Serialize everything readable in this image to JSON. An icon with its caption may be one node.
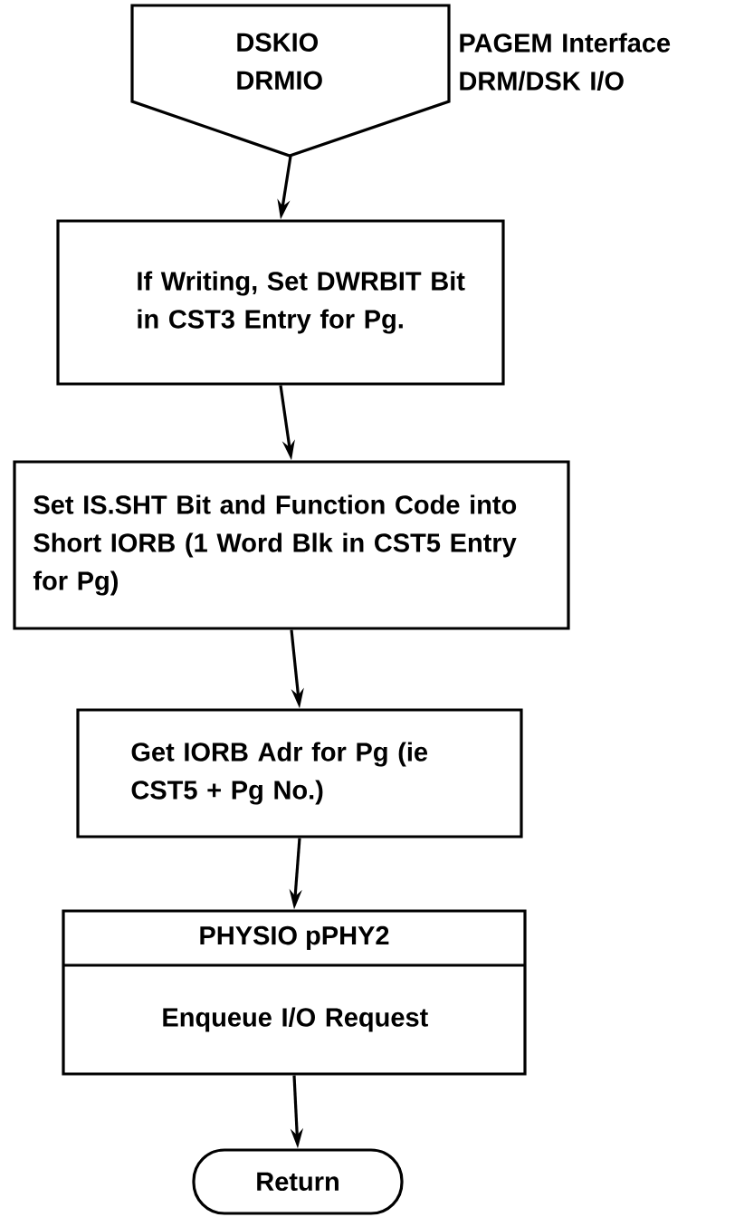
{
  "diagram": {
    "nodes": [
      {
        "text": [
          "DSKIO DRMIO"
        ],
        "beside": [
          "PAGEM Interface DRM/DSK I/O"
        ]
      },
      {
        "text": [
          "If Writing, Set DWRBIT Bit in CST3 Entry for Pg."
        ]
      },
      {
        "text": [
          "Set IS.SHT Bit and Function Code into Short IORB (1 Word Blk in CST5 Entry for Pg)"
        ]
      },
      {
        "text": [
          "Get IORB Adr for Pg (ie CST5 + Pg No.)"
        ]
      },
      {
        "text": [
          "PHYSIO pPHY2",
          "Enqueue I/O Request"
        ]
      },
      {
        "text": [
          "Return"
        ]
      }
    ],
    "edges": [
      {
        "from": 0,
        "to": 1,
        "arrow": "to"
      },
      {
        "from": 1,
        "to": 2,
        "arrow": "to"
      },
      {
        "from": 2,
        "to": 3,
        "arrow": "to"
      },
      {
        "from": 3,
        "to": 4,
        "arrow": "to"
      },
      {
        "from": 4,
        "to": 5,
        "arrow": "to"
      }
    ]
  }
}
